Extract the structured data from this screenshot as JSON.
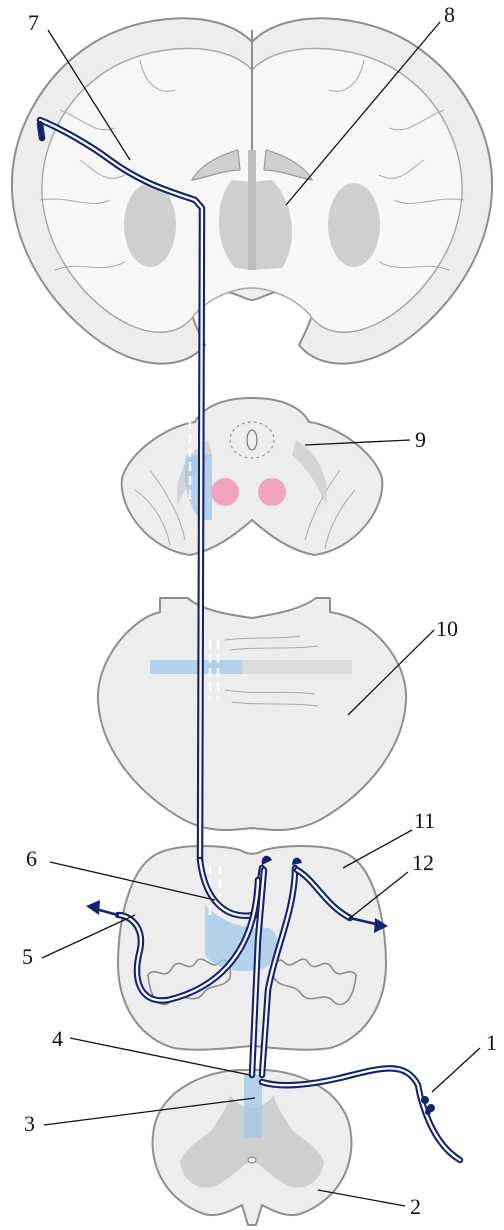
{
  "diagram": {
    "labels": [
      {
        "id": "1",
        "text": "1"
      },
      {
        "id": "2",
        "text": "2"
      },
      {
        "id": "3",
        "text": "3"
      },
      {
        "id": "4",
        "text": "4"
      },
      {
        "id": "5",
        "text": "5"
      },
      {
        "id": "6",
        "text": "6"
      },
      {
        "id": "7",
        "text": "7"
      },
      {
        "id": "8",
        "text": "8"
      },
      {
        "id": "9",
        "text": "9"
      },
      {
        "id": "10",
        "text": "10"
      },
      {
        "id": "11",
        "text": "11"
      },
      {
        "id": "12",
        "text": "12"
      }
    ],
    "colors": {
      "pathway": "#14236e",
      "highlight": "#9fc7ea",
      "nucleus": "#f0a5bd",
      "tissue": "#ededed",
      "grey_matter": "#cfcfcf"
    }
  }
}
